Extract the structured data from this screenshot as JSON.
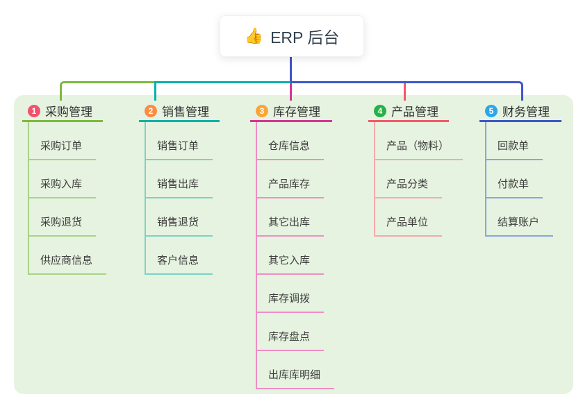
{
  "canvas": {
    "background": "#ffffff",
    "panel_background": "#e6f3e0"
  },
  "root": {
    "icon": "👍",
    "icon_name": "thumbs-up-icon",
    "label": "ERP 后台",
    "connector_color": "#4153c6"
  },
  "branches": [
    {
      "number": "1",
      "label": "采购管理",
      "colors": {
        "badge": "#f1516f",
        "line": "#7cba3f",
        "soft": "#a9d287"
      },
      "items": [
        "采购订单",
        "采购入库",
        "采购退货",
        "供应商信息"
      ]
    },
    {
      "number": "2",
      "label": "销售管理",
      "colors": {
        "badge": "#fa8c44",
        "line": "#00b2a9",
        "soft": "#7ad2c6"
      },
      "items": [
        "销售订单",
        "销售出库",
        "销售退货",
        "客户信息"
      ]
    },
    {
      "number": "3",
      "label": "库存管理",
      "colors": {
        "badge": "#f9a637",
        "line": "#d63493",
        "soft": "#ef8ec4"
      },
      "items": [
        "仓库信息",
        "产品库存",
        "其它出库",
        "其它入库",
        "库存调拨",
        "库存盘点",
        "出库库明细"
      ]
    },
    {
      "number": "4",
      "label": "产品管理",
      "colors": {
        "badge": "#27b148",
        "line": "#f2596a",
        "soft": "#f5a9ae"
      },
      "items": [
        "产品（物料）",
        "产品分类",
        "产品单位"
      ]
    },
    {
      "number": "5",
      "label": "财务管理",
      "colors": {
        "badge": "#2ba6e8",
        "line": "#3e57c9",
        "soft": "#8ba3de"
      },
      "items": [
        "回款单",
        "付款单",
        "结算账户"
      ]
    }
  ]
}
